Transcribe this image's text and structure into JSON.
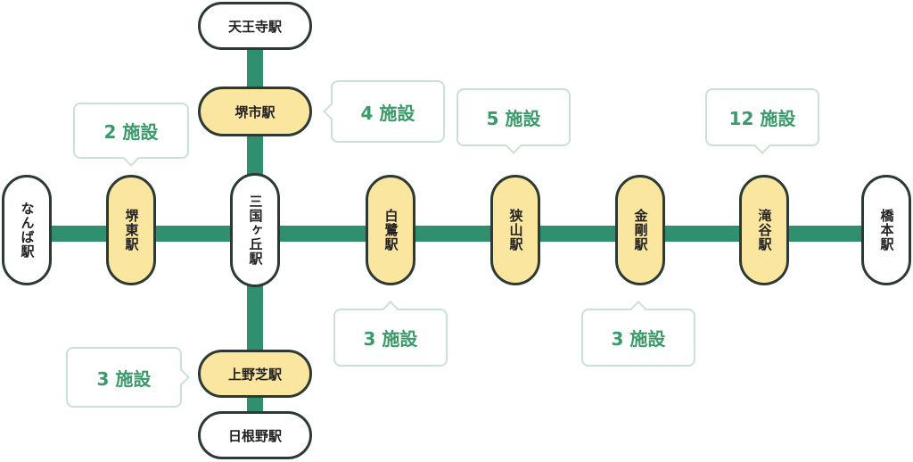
{
  "stations": {
    "namba": "なんば駅",
    "sakaihigashi": "堺東駅",
    "mikunigaoka": "三国ヶ丘駅",
    "shirasagi": "白鷺駅",
    "sayama": "狭山駅",
    "kongo": "金剛駅",
    "takidani": "滝谷駅",
    "hashimoto": "橋本駅",
    "tennoji": "天王寺駅",
    "sakai": "堺市駅",
    "uenoshiba": "上野芝駅",
    "hineno": "日根野駅"
  },
  "facilities": {
    "sakaihigashi": "2 施設",
    "sakai": "4 施設",
    "sayama": "5 施設",
    "takidani": "12 施設",
    "shirasagi": "3 施設",
    "kongo": "3 施設",
    "uenoshiba": "3 施設"
  },
  "colors": {
    "track": "#2f8f6f",
    "highlight_station": "#fbe6a0",
    "callout_text": "#3a9a6a",
    "callout_border": "#c9e2d3"
  }
}
